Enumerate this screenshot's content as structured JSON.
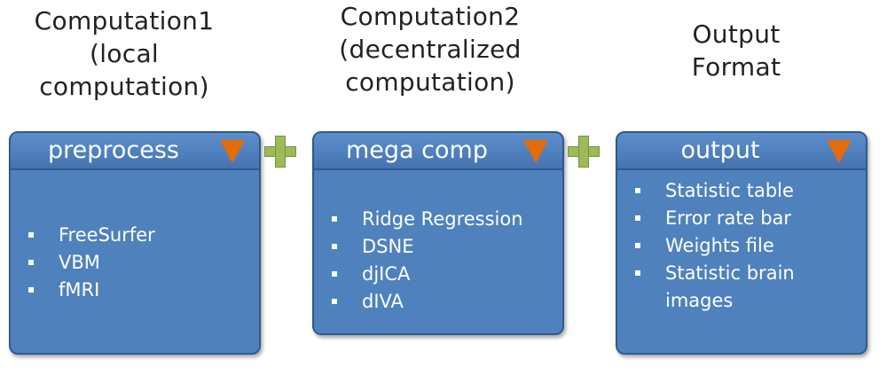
{
  "headings": {
    "col1": [
      "Computation1",
      "(local",
      "computation)"
    ],
    "col2": [
      "Computation2",
      "(decentralized",
      "computation)"
    ],
    "col3": [
      "Output",
      "Format"
    ]
  },
  "panels": [
    {
      "title": "preprocess",
      "items": [
        "FreeSurfer",
        "VBM",
        "fMRI"
      ]
    },
    {
      "title": "mega comp",
      "items": [
        "Ridge Regression",
        "DSNE",
        "djICA",
        "dIVA"
      ]
    },
    {
      "title": "output",
      "items": [
        "Statistic table",
        "Error rate bar",
        "Weights file",
        "Statistic brain",
        "images"
      ]
    }
  ],
  "colors": {
    "panel": "#4f81bd",
    "panel_border": "#2f5a8f",
    "arrow": "#e46c0a",
    "plus": "#9bbb59"
  },
  "icons": {
    "dropdown": "triangle-down-icon",
    "plus": "plus-icon"
  }
}
